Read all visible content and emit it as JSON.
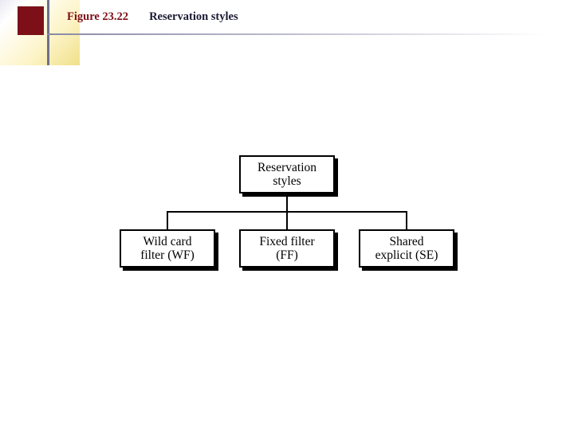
{
  "header": {
    "figure_label": "Figure 23.22",
    "figure_title": "Reservation styles"
  },
  "colors": {
    "figure_label": "#7d0f18",
    "title": "#1a1a33",
    "node_border": "#000000",
    "node_fill": "#ffffff",
    "accent_block": "#7d0f18"
  },
  "diagram": {
    "type": "tree",
    "root": {
      "id": "reservation-styles",
      "label": "Reservation\nstyles"
    },
    "children": [
      {
        "id": "wild-card-filter",
        "label": "Wild card\nfilter (WF)"
      },
      {
        "id": "fixed-filter",
        "label": "Fixed filter\n(FF)"
      },
      {
        "id": "shared-explicit",
        "label": "Shared\nexplicit (SE)"
      }
    ]
  }
}
